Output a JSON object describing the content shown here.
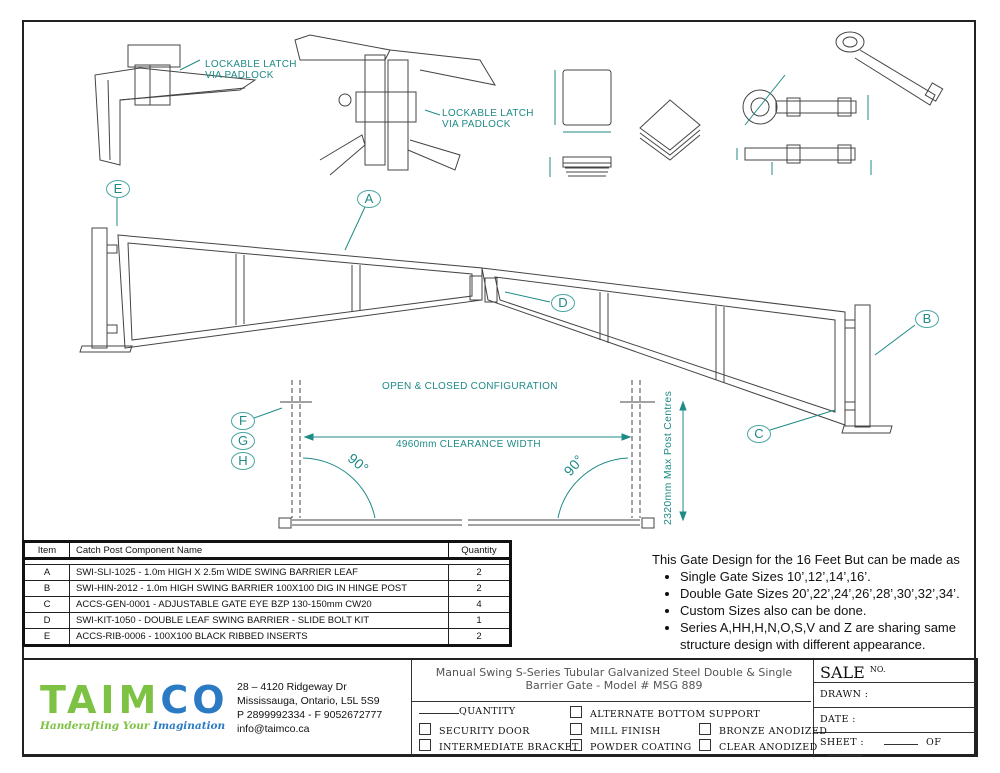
{
  "drawing": {
    "latch_label_1": [
      "LOCKABLE LATCH",
      "VIA PADLOCK"
    ],
    "latch_label_2": [
      "LOCKABLE LATCH",
      "VIA PADLOCK"
    ],
    "callouts": {
      "E": "E",
      "A": "A",
      "D": "D",
      "B": "B",
      "C": "C",
      "F": "F",
      "G": "G",
      "H": "H"
    },
    "config_title": "OPEN & CLOSED CONFIGURATION",
    "clearance": "4960mm  CLEARANCE  WIDTH",
    "post_centres": "2320mm Max Post Centres",
    "angle_left": "90°",
    "angle_right": "90°",
    "accent_color": "#1f8a86"
  },
  "bom": {
    "headers": [
      "Item",
      "Catch Post Component Name",
      "Quantity"
    ],
    "rows": [
      {
        "item": "A",
        "name": "SWI-SLI-1025 - 1.0m HIGH X 2.5m WIDE SWING BARRIER LEAF",
        "qty": "2"
      },
      {
        "item": "B",
        "name": "SWI-HIN-2012 - 1.0m HIGH SWING BARRIER 100X100 DIG IN  HINGE POST",
        "qty": "2"
      },
      {
        "item": "C",
        "name": "ACCS-GEN-0001 - ADJUSTABLE GATE EYE BZP 130-150mm CW20",
        "qty": "4"
      },
      {
        "item": "D",
        "name": "SWI-KIT-1050 - DOUBLE LEAF SWING BARRIER - SLIDE BOLT KIT",
        "qty": "1"
      },
      {
        "item": "E",
        "name": "ACCS-RIB-0006 - 100X100 BLACK RIBBED INSERTS",
        "qty": "2"
      }
    ]
  },
  "notes": {
    "intro": "This Gate Design for the 16 Feet But can be made as",
    "items": [
      "Single Gate Sizes 10’,12’,14’,16’.",
      "Double Gate Sizes 20’,22’,24’,26’,28’,30’,32’,34’.",
      "Custom Sizes also can be done.",
      "Series A,HH,H,N,O,S,V and Z are sharing same structure design with different appearance."
    ]
  },
  "title_block": {
    "logo": {
      "word_green": "TAIM",
      "word_blue": "CO",
      "tagline_green": "Handerafting Your",
      "tagline_blue": "Imagination",
      "green": "#7dc242",
      "blue": "#2b7bc4"
    },
    "address": [
      "28 – 4120 Ridgeway Dr",
      "Mississauga, Ontario, L5L 5S9",
      "P 2899992334 - F 9052672777",
      "info@taimco.ca"
    ],
    "title": "Manual Swing S-Series Tubular Galvanized Steel Double & Single Barrier Gate - Model # MSG 889",
    "quantity_label": "QUANTITY",
    "options": [
      "SECURITY DOOR",
      "INTERMEDIATE BRACKET",
      "ALTERNATE BOTTOM SUPPORT",
      "MILL FINISH",
      "POWDER COATING",
      "BRONZE ANODIZED",
      "CLEAR ANODIZED"
    ],
    "sale": "SALE",
    "sale_no": "NO.",
    "drawn": "DRAWN :",
    "date": "DATE :",
    "sheet": "SHEET :",
    "of": "OF"
  }
}
